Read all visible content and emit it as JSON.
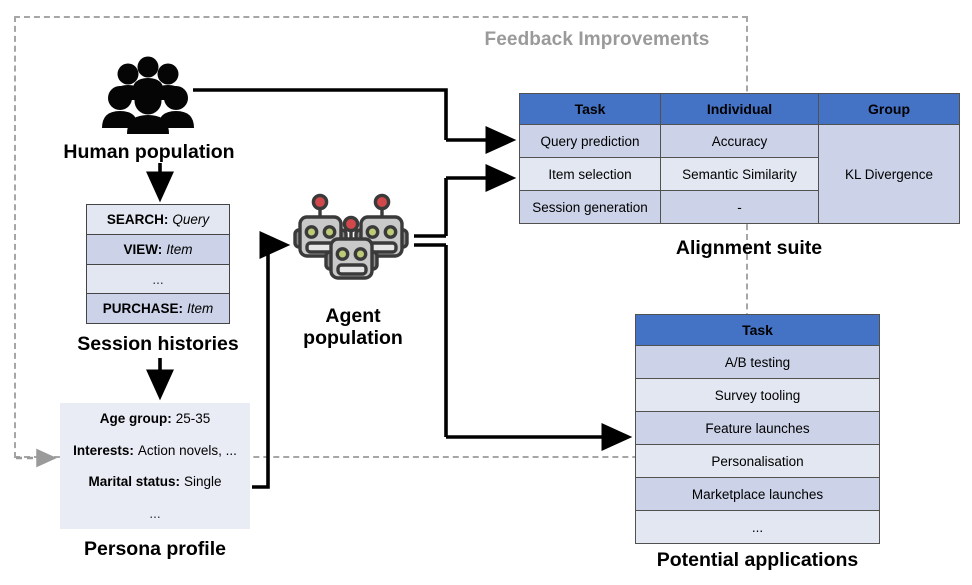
{
  "feedback": {
    "label": "Feedback Improvements",
    "border_color": "#a6a6a6",
    "text_color": "#9a9a9a"
  },
  "colors": {
    "header_blue": "#4472C4",
    "row_light": "#E3E7F1",
    "row_dark": "#CCD3E8",
    "persona_bg": "#E9ECF5",
    "border": "#51514F",
    "robot_body": "#C9C9C9",
    "robot_outline": "#3A3A3A",
    "robot_eye": "#BCCB77",
    "robot_antenna": "#D0484B"
  },
  "human_population": {
    "caption": "Human population",
    "icon": "people-group-icon"
  },
  "session_histories": {
    "caption": "Session histories",
    "rows": [
      {
        "key": "SEARCH:",
        "value": "Query"
      },
      {
        "key": "VIEW:",
        "value": "Item"
      },
      {
        "key": "",
        "value": "..."
      },
      {
        "key": "PURCHASE:",
        "value": "Item"
      }
    ]
  },
  "persona_profile": {
    "caption": "Persona profile",
    "rows": [
      {
        "key": "Age group:",
        "value": "25-35"
      },
      {
        "key": "Interests:",
        "value": "Action novels, ..."
      },
      {
        "key": "Marital status:",
        "value": "Single"
      },
      {
        "key": "",
        "value": "..."
      }
    ]
  },
  "agent_population": {
    "caption": "Agent\npopulation",
    "icon": "three-robots-icon"
  },
  "alignment_suite": {
    "caption": "Alignment suite",
    "headers": [
      "Task",
      "Individual",
      "Group"
    ],
    "rows": [
      {
        "task": "Query prediction",
        "individual": "Accuracy"
      },
      {
        "task": "Item selection",
        "individual": "Semantic Similarity"
      },
      {
        "task": "Session generation",
        "individual": "-"
      }
    ],
    "group_value": "KL Divergence"
  },
  "potential_applications": {
    "caption": "Potential applications",
    "header": "Task",
    "rows": [
      "A/B testing",
      "Survey tooling",
      "Feature launches",
      "Personalisation",
      "Marketplace launches",
      "..."
    ]
  }
}
